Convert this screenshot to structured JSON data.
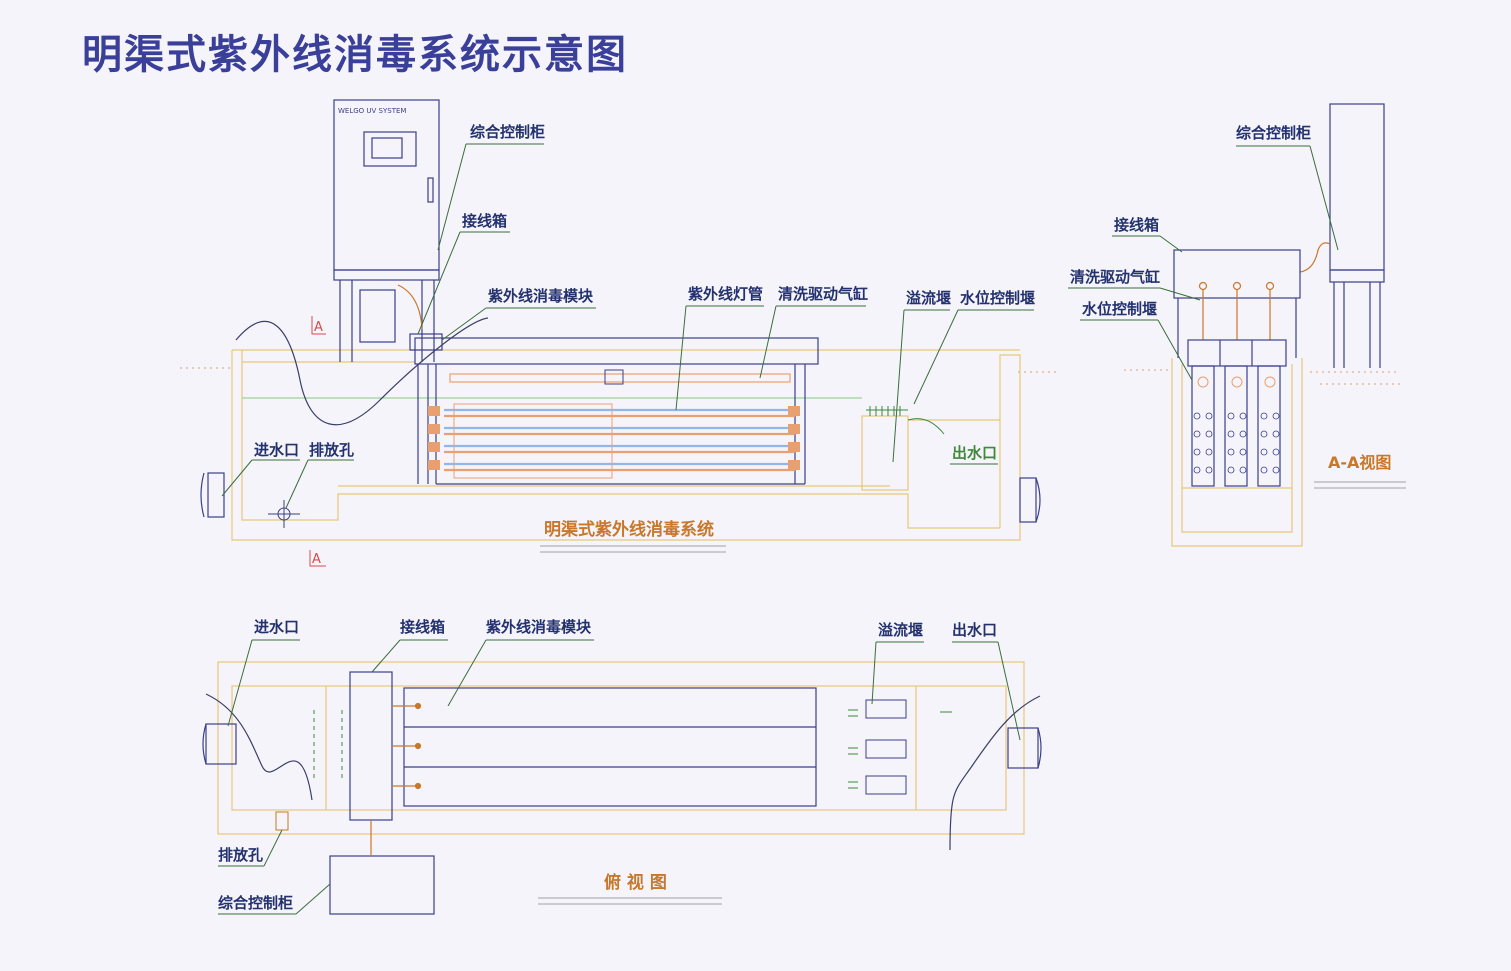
{
  "title": "明渠式紫外线消毒系统示意图",
  "cabinet_brand": "WELGO UV SYSTEM",
  "section_marker": "A",
  "side_view": {
    "caption": "明渠式紫外线消毒系统",
    "labels": {
      "control_cabinet": "综合控制柜",
      "junction_box": "接线箱",
      "uv_module": "紫外线消毒模块",
      "uv_lamp": "紫外线灯管",
      "cleaning_cylinder": "清洗驱动气缸",
      "overflow_weir": "溢流堰",
      "level_weir": "水位控制堰",
      "inlet": "进水口",
      "drain": "排放孔",
      "outlet": "出水口"
    }
  },
  "section_view": {
    "caption": "A-A视图",
    "labels": {
      "control_cabinet": "综合控制柜",
      "junction_box": "接线箱",
      "cleaning_cylinder": "清洗驱动气缸",
      "level_weir": "水位控制堰"
    }
  },
  "top_view": {
    "caption": "俯 视 图",
    "labels": {
      "inlet": "进水口",
      "junction_box": "接线箱",
      "uv_module": "紫外线消毒模块",
      "overflow_weir": "溢流堰",
      "outlet": "出水口",
      "drain": "排放孔",
      "control_cabinet": "综合控制柜"
    }
  },
  "colors": {
    "title": "#3a3f9a",
    "label": "#23326e",
    "structure": "#e8c77a",
    "equipment": "#3a3f8a",
    "water_line": "#9fd19a",
    "lamp": "#8fb8e8",
    "lamp_alt": "#e8a070",
    "caption_orange": "#c8782a",
    "caption_green": "#3f8a3a",
    "leader": "#3a6e3a"
  }
}
